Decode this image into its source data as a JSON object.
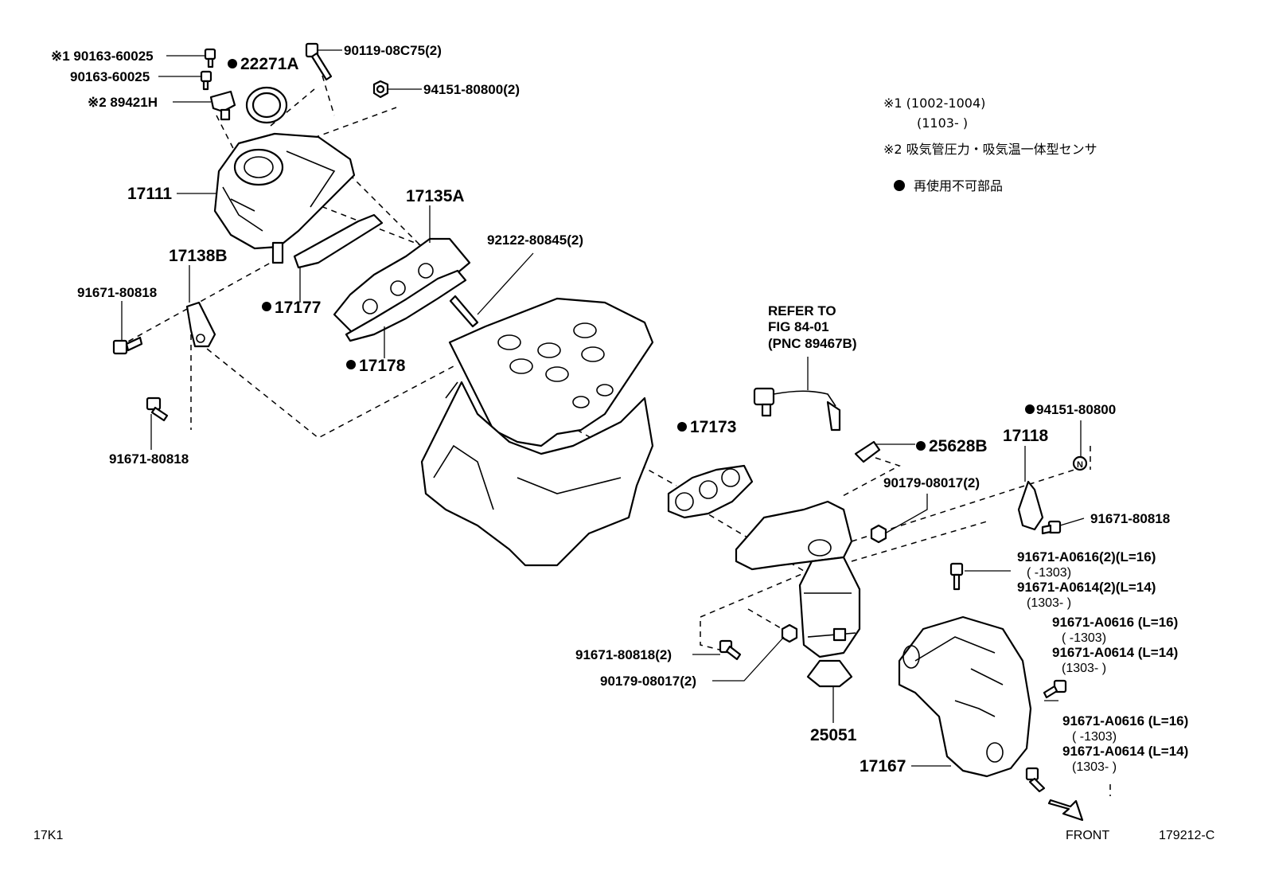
{
  "labels": {
    "p90163a": "※1 90163-60025",
    "p90163b": "90163-60025",
    "p89421h": "※2 89421H",
    "p22271a": "22271A",
    "p90119": "90119-08C75(2)",
    "p94151top": "94151-80800(2)",
    "p17111": "17111",
    "p17135a": "17135A",
    "p92122": "92122-80845(2)",
    "p17138b": "17138B",
    "p91671l1": "91671-80818",
    "p17177": "17177",
    "p17178": "17178",
    "p91671l2": "91671-80818",
    "refer1": "REFER TO",
    "refer2": "FIG 84-01",
    "refer3": "(PNC 89467B)",
    "p17173": "17173",
    "p25628b": "25628B",
    "p94151r": "94151-80800",
    "p17118": "17118",
    "p90179r": "90179-08017(2)",
    "p91671r": "91671-80818",
    "a1": "91671-A0616(2)(L=16)",
    "a2": "(      -1303)",
    "a3": "91671-A0614(2)(L=14)",
    "a4": "(1303-      )",
    "b1": "91671-A0616 (L=16)",
    "b2": "(      -1303)",
    "b3": "91671-A0614 (L=14)",
    "b4": "(1303-      )",
    "c1": "91671-A0616 (L=16)",
    "c2": "(      -1303)",
    "c3": "91671-A0614 (L=14)",
    "c4": "(1303-      )",
    "p91671b": "91671-80818(2)",
    "p90179b": "90179-08017(2)",
    "p25051": "25051",
    "p17167": "17167",
    "front": "FRONT",
    "code_left": "17K1",
    "code_right": "179212-C",
    "n_mark": "N"
  },
  "notes": {
    "n1a": "※1 (1002-1004)",
    "n1b": "(1103-      )",
    "n2": "※2 吸気管圧力・吸気温一体型センサ",
    "n3": "再使用不可部品"
  },
  "icons": {
    "reuse_mark": "filled-circle-bullet",
    "front_arrow": "front-direction-arrow",
    "n_circle": "circled-n-marker"
  }
}
